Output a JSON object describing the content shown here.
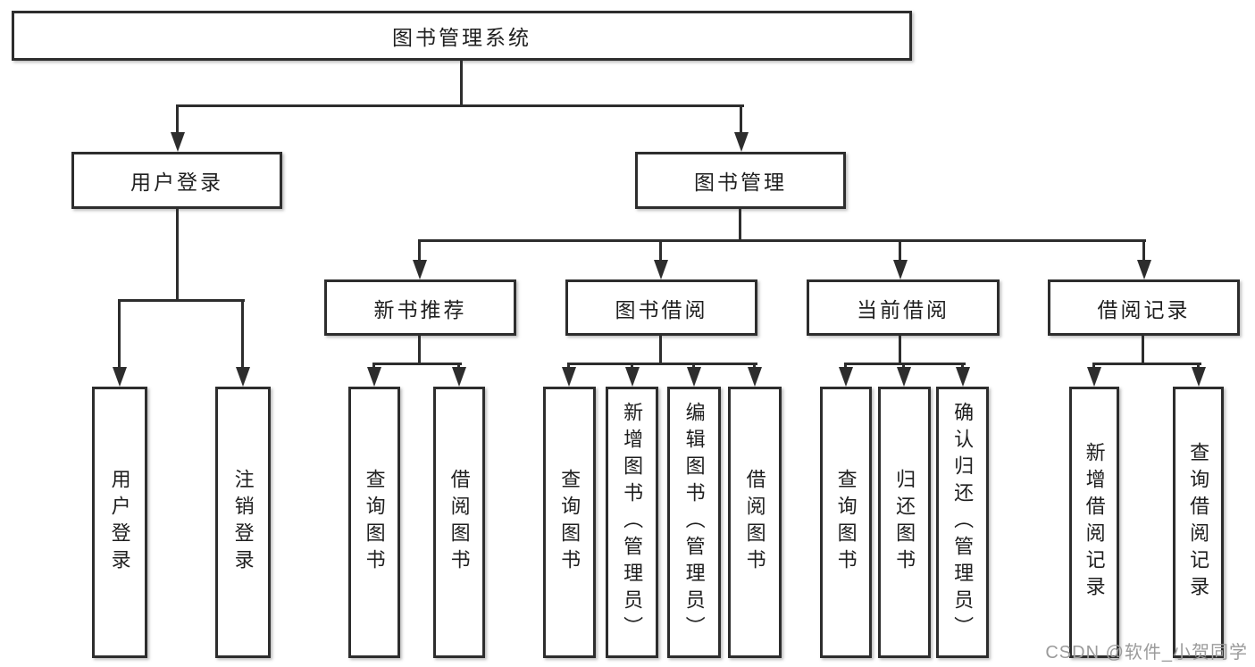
{
  "diagram": {
    "title": "图书管理系统",
    "level2": {
      "user_login": "用户登录",
      "book_management": "图书管理"
    },
    "user_login_children": [
      "用户登录",
      "注销登录"
    ],
    "book_management_children": [
      "新书推荐",
      "图书借阅",
      "当前借阅",
      "借阅记录"
    ],
    "new_book_children": [
      "查询图书",
      "借阅图书"
    ],
    "book_borrow_children": [
      "查询图书",
      "新增图书（管理员）",
      "编辑图书（管理员）",
      "借阅图书"
    ],
    "current_borrow_children": [
      "查询图书",
      "归还图书",
      "确认归还（管理员）"
    ],
    "borrow_record_children": [
      "新增借阅记录",
      "查询借阅记录"
    ]
  },
  "watermark": "CSDN @软件_小贺同学",
  "colors": {
    "line": "#2d2d2d",
    "text": "#1f1f1f",
    "watermark": "#9b9b9b"
  }
}
